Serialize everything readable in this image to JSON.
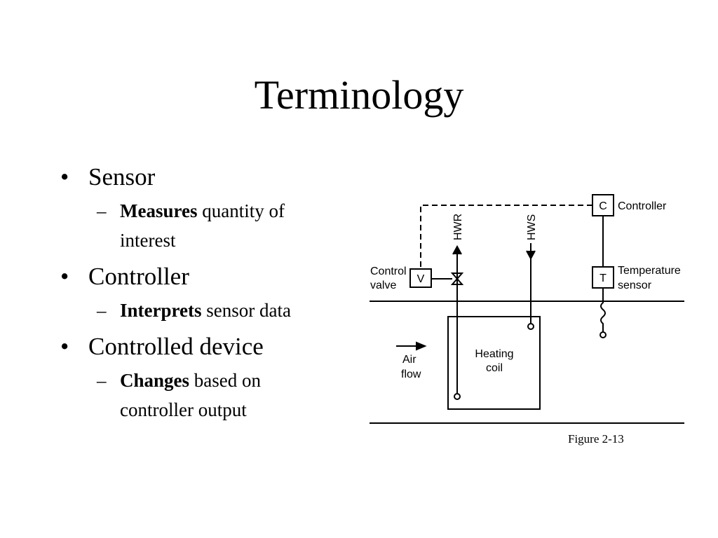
{
  "slide": {
    "title": "Terminology",
    "bullets": [
      {
        "label": "Sensor",
        "sub": {
          "bold": "Measures",
          "rest": " quantity of",
          "line2": "interest"
        }
      },
      {
        "label": "Controller",
        "sub": {
          "bold": "Interprets",
          "rest": " sensor data",
          "line2": ""
        }
      },
      {
        "label": "Controlled device",
        "sub": {
          "bold": "Changes",
          "rest": " based on",
          "line2": "controller output"
        }
      }
    ]
  },
  "diagram": {
    "controller_box": "C",
    "controller_label": "Controller",
    "valve_box": "V",
    "valve_label_1": "Control",
    "valve_label_2": "valve",
    "sensor_box": "T",
    "sensor_label_1": "Temperature",
    "sensor_label_2": "sensor",
    "hwr": "HWR",
    "hws": "HWS",
    "coil_label_1": "Heating",
    "coil_label_2": "coil",
    "air_1": "Air",
    "air_2": "flow",
    "caption": "Figure 2-13"
  }
}
